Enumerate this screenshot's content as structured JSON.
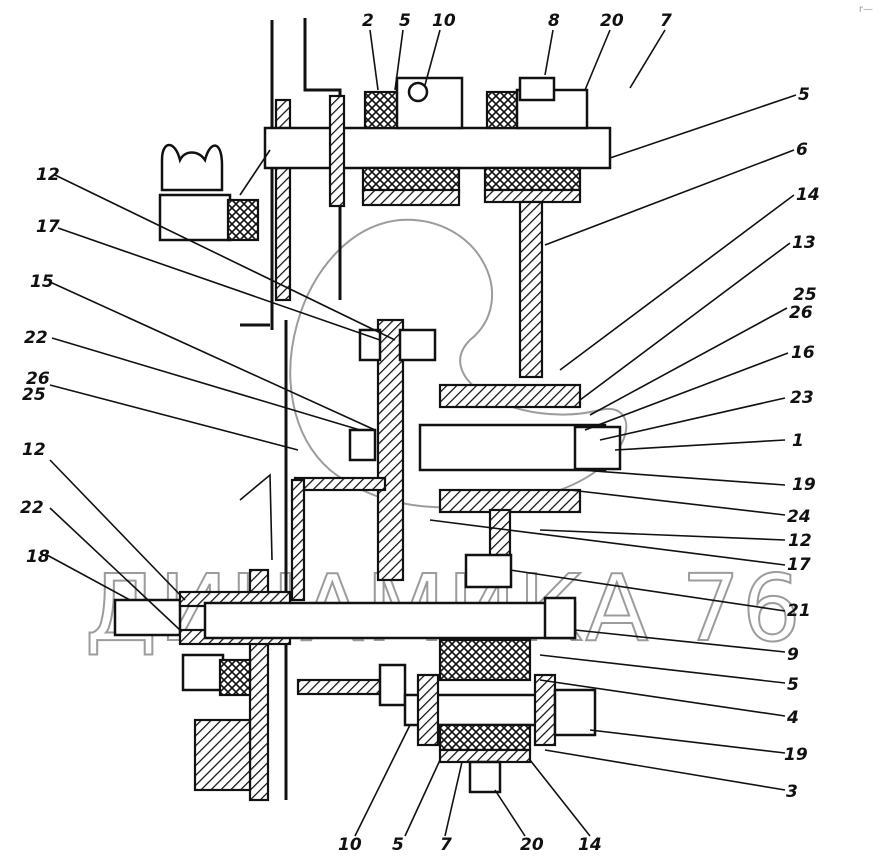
{
  "diagram": {
    "title": "Assembly cross-section drawing",
    "watermark": "ДИНАМИКА 76",
    "corner_mark": "r—",
    "callouts_top": [
      "2",
      "5",
      "10",
      "8",
      "20",
      "7"
    ],
    "callouts_right": [
      "5",
      "6",
      "14",
      "13",
      "25",
      "26",
      "16",
      "23",
      "1",
      "19",
      "24",
      "12",
      "17",
      "21",
      "9",
      "5",
      "4",
      "19",
      "3"
    ],
    "callouts_left": [
      "12",
      "17",
      "15",
      "22",
      "26",
      "25",
      "12",
      "22",
      "18"
    ],
    "callouts_bottom": [
      "10",
      "5",
      "7",
      "20",
      "14"
    ]
  }
}
